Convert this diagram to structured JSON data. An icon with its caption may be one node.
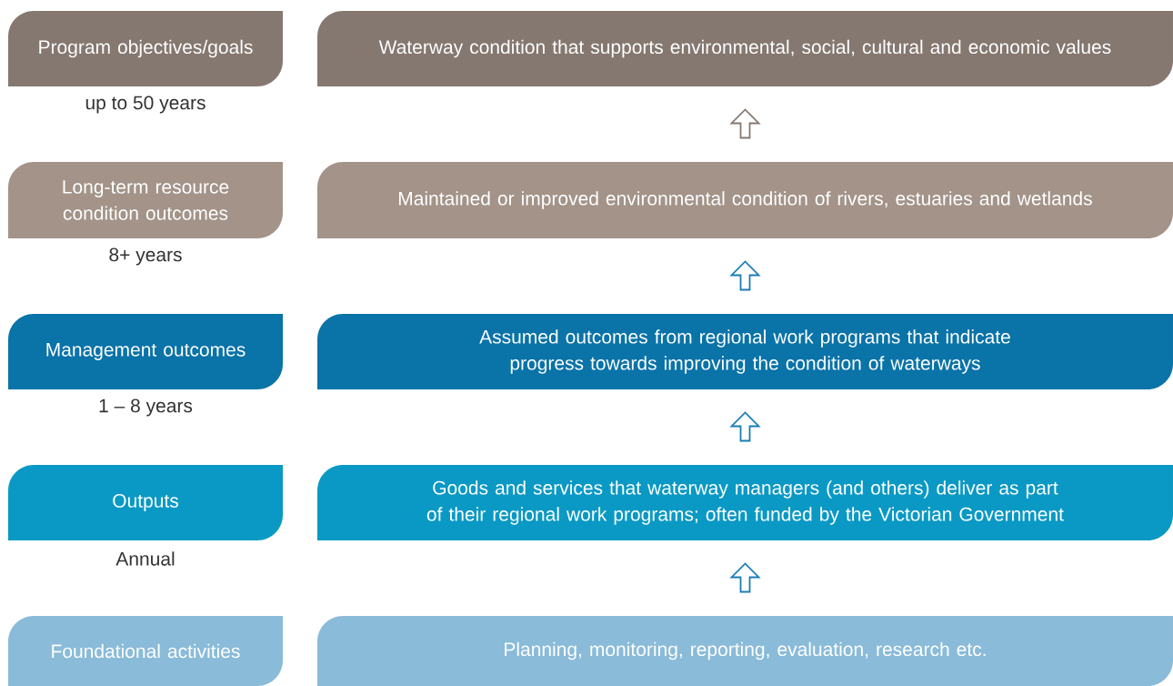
{
  "diagram": {
    "nodes": [
      {
        "text": [
          "Program objectives/goals"
        ],
        "beside": [
          "up to 50 years"
        ]
      },
      {
        "text": [
          "Waterway condition that supports environmental, social, cultural and economic values"
        ]
      },
      {
        "text": [
          "Long-term resource condition outcomes"
        ],
        "beside": [
          "8+ years"
        ]
      },
      {
        "text": [
          "Maintained or improved environmental condition of rivers, estuaries and wetlands"
        ]
      },
      {
        "text": [
          "Management outcomes"
        ],
        "beside": [
          "1 – 8 years"
        ]
      },
      {
        "text": [
          "Assumed outcomes from regional work programs that indicate progress towards improving the condition of waterways"
        ]
      },
      {
        "text": [
          "Outputs"
        ],
        "beside": [
          "Annual"
        ]
      },
      {
        "text": [
          "Goods and services that waterway managers (and others) deliver as part of their regional work programs; often funded by the Victorian Government"
        ]
      },
      {
        "text": [
          "Foundational activities"
        ]
      },
      {
        "text": [
          "Planning, monitoring, reporting, evaluation, research etc."
        ]
      }
    ],
    "edges": [
      {
        "from": 3,
        "to": 1,
        "arrow": "to",
        "color": "#857970"
      },
      {
        "from": 5,
        "to": 3,
        "arrow": "to"
      },
      {
        "from": 7,
        "to": 5,
        "arrow": "to"
      },
      {
        "from": 9,
        "to": 7,
        "arrow": "to"
      }
    ]
  }
}
